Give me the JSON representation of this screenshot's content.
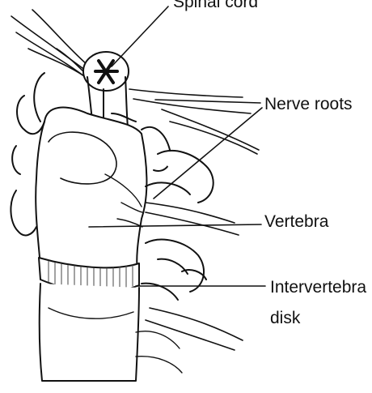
{
  "labels": {
    "spinal_cord": "Spinal cord",
    "nerve_roots": "Nerve roots",
    "vertebra": "Vertebra",
    "intervertebral_line1": "Intervertebra",
    "intervertebral_line2": "disk"
  }
}
